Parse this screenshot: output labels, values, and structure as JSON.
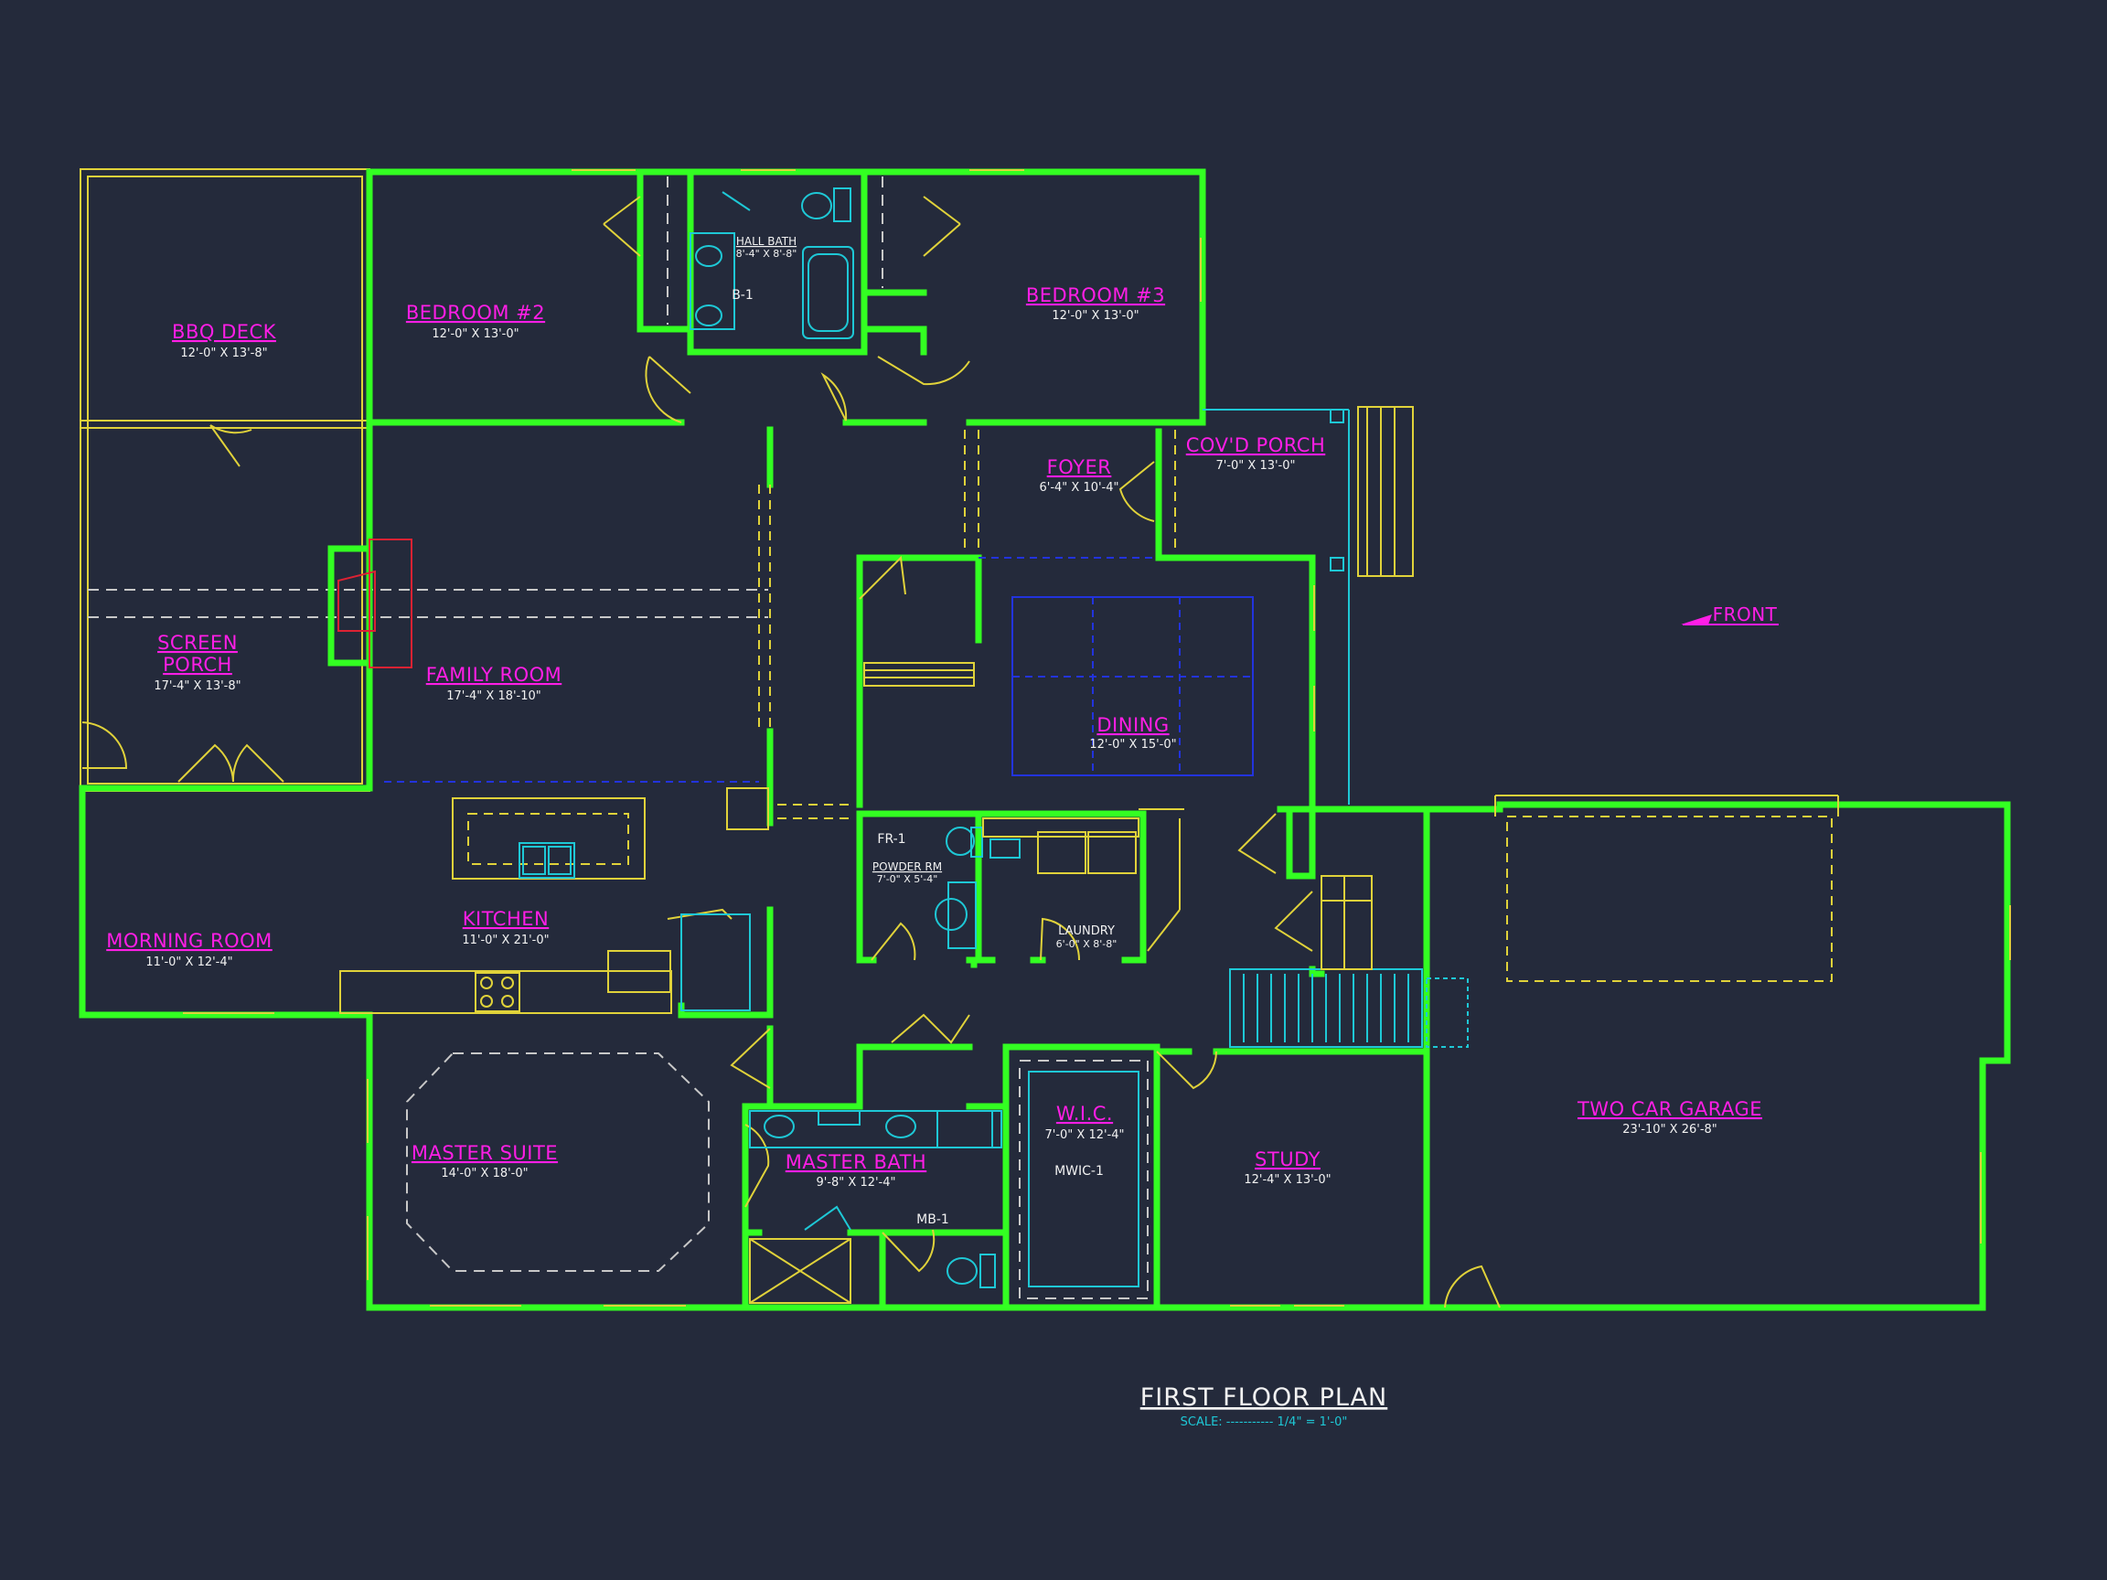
{
  "rooms": {
    "bbq_deck": {
      "name": "BBQ DECK",
      "dim": "12'-0\" X 13'-8\""
    },
    "bedroom_2": {
      "name": "BEDROOM #2",
      "dim": "12'-0\" X 13'-0\""
    },
    "hall_bath": {
      "name": "HALL BATH",
      "dim": "8'-4\" X 8'-8\""
    },
    "bedroom_3": {
      "name": "BEDROOM #3",
      "dim": "12'-0\" X 13'-0\""
    },
    "foyer": {
      "name": "FOYER",
      "dim": "6'-4\" X 10'-4\""
    },
    "covd_porch": {
      "name": "COV'D PORCH",
      "dim": "7'-0\" X 13'-0\""
    },
    "screen_porch": {
      "name_line1": "SCREEN",
      "name_line2": "PORCH",
      "dim": "17'-4\" X 13'-8\""
    },
    "family_room": {
      "name": "FAMILY ROOM",
      "dim": "17'-4\" X 18'-10\""
    },
    "dining": {
      "name": "DINING",
      "dim": "12'-0\" X 15'-0\""
    },
    "powder_rm": {
      "name": "POWDER RM",
      "dim": "7'-0\" X 5'-4\""
    },
    "laundry": {
      "name": "LAUNDRY",
      "dim": "6'-0\" X 8'-8\""
    },
    "kitchen": {
      "name": "KITCHEN",
      "dim": "11'-0\" X 21'-0\""
    },
    "morning_room": {
      "name": "MORNING ROOM",
      "dim": "11'-0\" X 12'-4\""
    },
    "master_suite": {
      "name": "MASTER SUITE",
      "dim": "14'-0\" X 18'-0\""
    },
    "master_bath": {
      "name": "MASTER BATH",
      "dim": "9'-8\" X 12'-4\""
    },
    "wic": {
      "name": "W.I.C.",
      "dim": "7'-0\" X 12'-4\""
    },
    "study": {
      "name": "STUDY",
      "dim": "12'-4\" X 13'-0\""
    },
    "garage": {
      "name": "TWO CAR GARAGE",
      "dim": "23'-10\" X 26'-8\""
    }
  },
  "tags": {
    "b1": "B-1",
    "fr1": "FR-1",
    "mb1": "MB-1",
    "mwic1": "MWIC-1"
  },
  "front_label": "FRONT",
  "title": "FIRST FLOOR PLAN",
  "scale_label": "SCALE: ----------- 1/4\" = 1'-0\"",
  "colors": {
    "background": "#242a3b",
    "walls": "#33ff22",
    "room_labels": "#ff1ee6",
    "details": "#e0d23a",
    "fixtures": "#1ec8d6",
    "text": "#f2f2f2"
  }
}
